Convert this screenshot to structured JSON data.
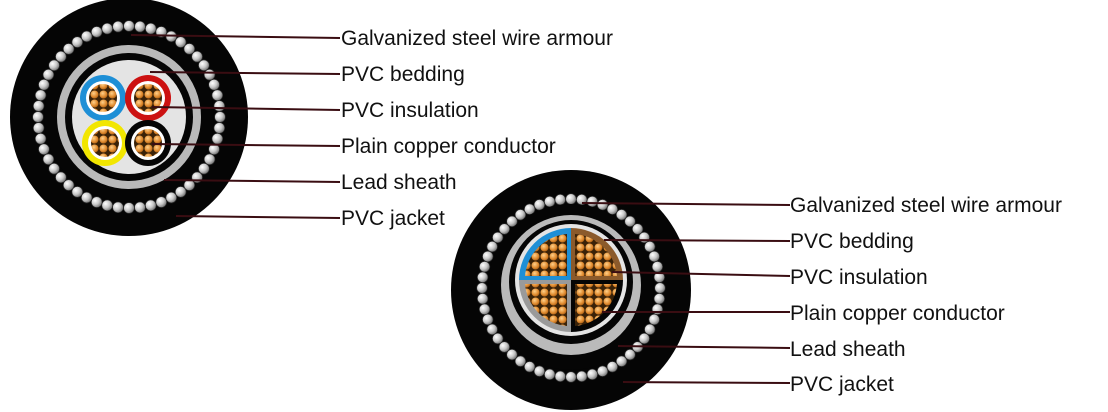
{
  "colors": {
    "jacket": "#050505",
    "armour_wire_highlight": "#f2f2f2",
    "armour_wire_shade": "#8a8a8a",
    "lead_sheath": "#b8b8b8",
    "bedding": "#e6e6e6",
    "insulation_blue": "#1e8fd6",
    "insulation_red": "#cc1111",
    "insulation_yellow": "#f2e600",
    "insulation_black": "#050505",
    "insulation_brown": "#8b5a2b",
    "copper": "#e08a2e",
    "leader_line": "#3a0d12",
    "label_text": "#111111"
  },
  "cable_round_conductors": {
    "labels": [
      {
        "id": "armour",
        "text": "Galvanized steel wire armour"
      },
      {
        "id": "bedding",
        "text": "PVC bedding"
      },
      {
        "id": "insulation",
        "text": "PVC insulation"
      },
      {
        "id": "conductor",
        "text": "Plain copper conductor"
      },
      {
        "id": "lead",
        "text": "Lead sheath"
      },
      {
        "id": "jacket",
        "text": "PVC jacket"
      }
    ]
  },
  "cable_sector_conductors": {
    "labels": [
      {
        "id": "armour",
        "text": "Galvanized steel wire armour"
      },
      {
        "id": "bedding",
        "text": "PVC bedding"
      },
      {
        "id": "insulation",
        "text": "PVC insulation"
      },
      {
        "id": "conductor",
        "text": "Plain copper conductor"
      },
      {
        "id": "lead",
        "text": "Lead sheath"
      },
      {
        "id": "jacket",
        "text": "PVC jacket"
      }
    ]
  }
}
